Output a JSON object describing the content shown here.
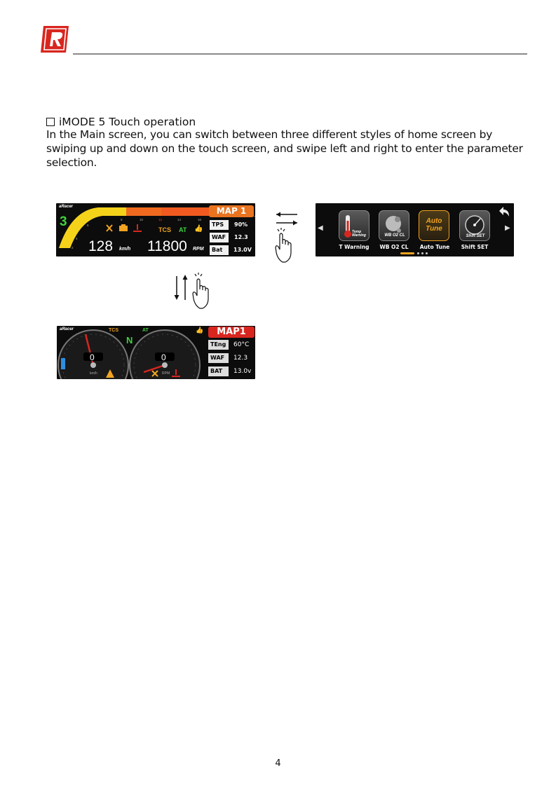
{
  "doc": {
    "section_title": "iMODE 5 Touch operation",
    "intro": "In the Main screen, you can switch between three different styles of home screen by swiping up and down on the touch screen, and swipe left and right to enter the parameter selection.",
    "page_number": "4"
  },
  "screen1": {
    "brand": "aRacer",
    "gear": "3",
    "ticks": [
      "2",
      "4",
      "6",
      "8",
      "10",
      "12",
      "14",
      "16"
    ],
    "speed": "128",
    "speed_unit": "km/h",
    "rpm": "11800",
    "rpm_unit": "RPM",
    "tcs": "TCS",
    "at": "AT",
    "map": "MAP 1",
    "params": [
      {
        "label": "TPS",
        "value": "90%"
      },
      {
        "label": "WAF",
        "value": "12.3"
      },
      {
        "label": "Bat",
        "value": "13.0V"
      }
    ]
  },
  "screen2": {
    "tiles": [
      {
        "caption": "T Warning",
        "inner": "Temp Warning"
      },
      {
        "caption": "WB O2 CL",
        "inner": "WB O2 CL"
      },
      {
        "caption": "Auto Tune",
        "inner": "Auto Tune"
      },
      {
        "caption": "Shift SET",
        "inner": "Shift SET"
      }
    ]
  },
  "screen3": {
    "brand": "aRacer",
    "tcs": "TCS",
    "gear": "N",
    "at": "AT",
    "map": "MAP1",
    "left_gauge_value": "0",
    "left_gauge_unit": "km/h",
    "right_gauge_value": "0",
    "right_gauge_unit": "RPM",
    "params": [
      {
        "label": "TEng",
        "value": "60°C"
      },
      {
        "label": "WAF",
        "value": "12.3"
      },
      {
        "label": "BAT",
        "value": "13.0v"
      }
    ]
  },
  "colors": {
    "brand_red": "#d8261f",
    "map_orange": "#e9731f",
    "gauge_yellow": "#f4d21a",
    "warning_green": "#4cd137"
  }
}
